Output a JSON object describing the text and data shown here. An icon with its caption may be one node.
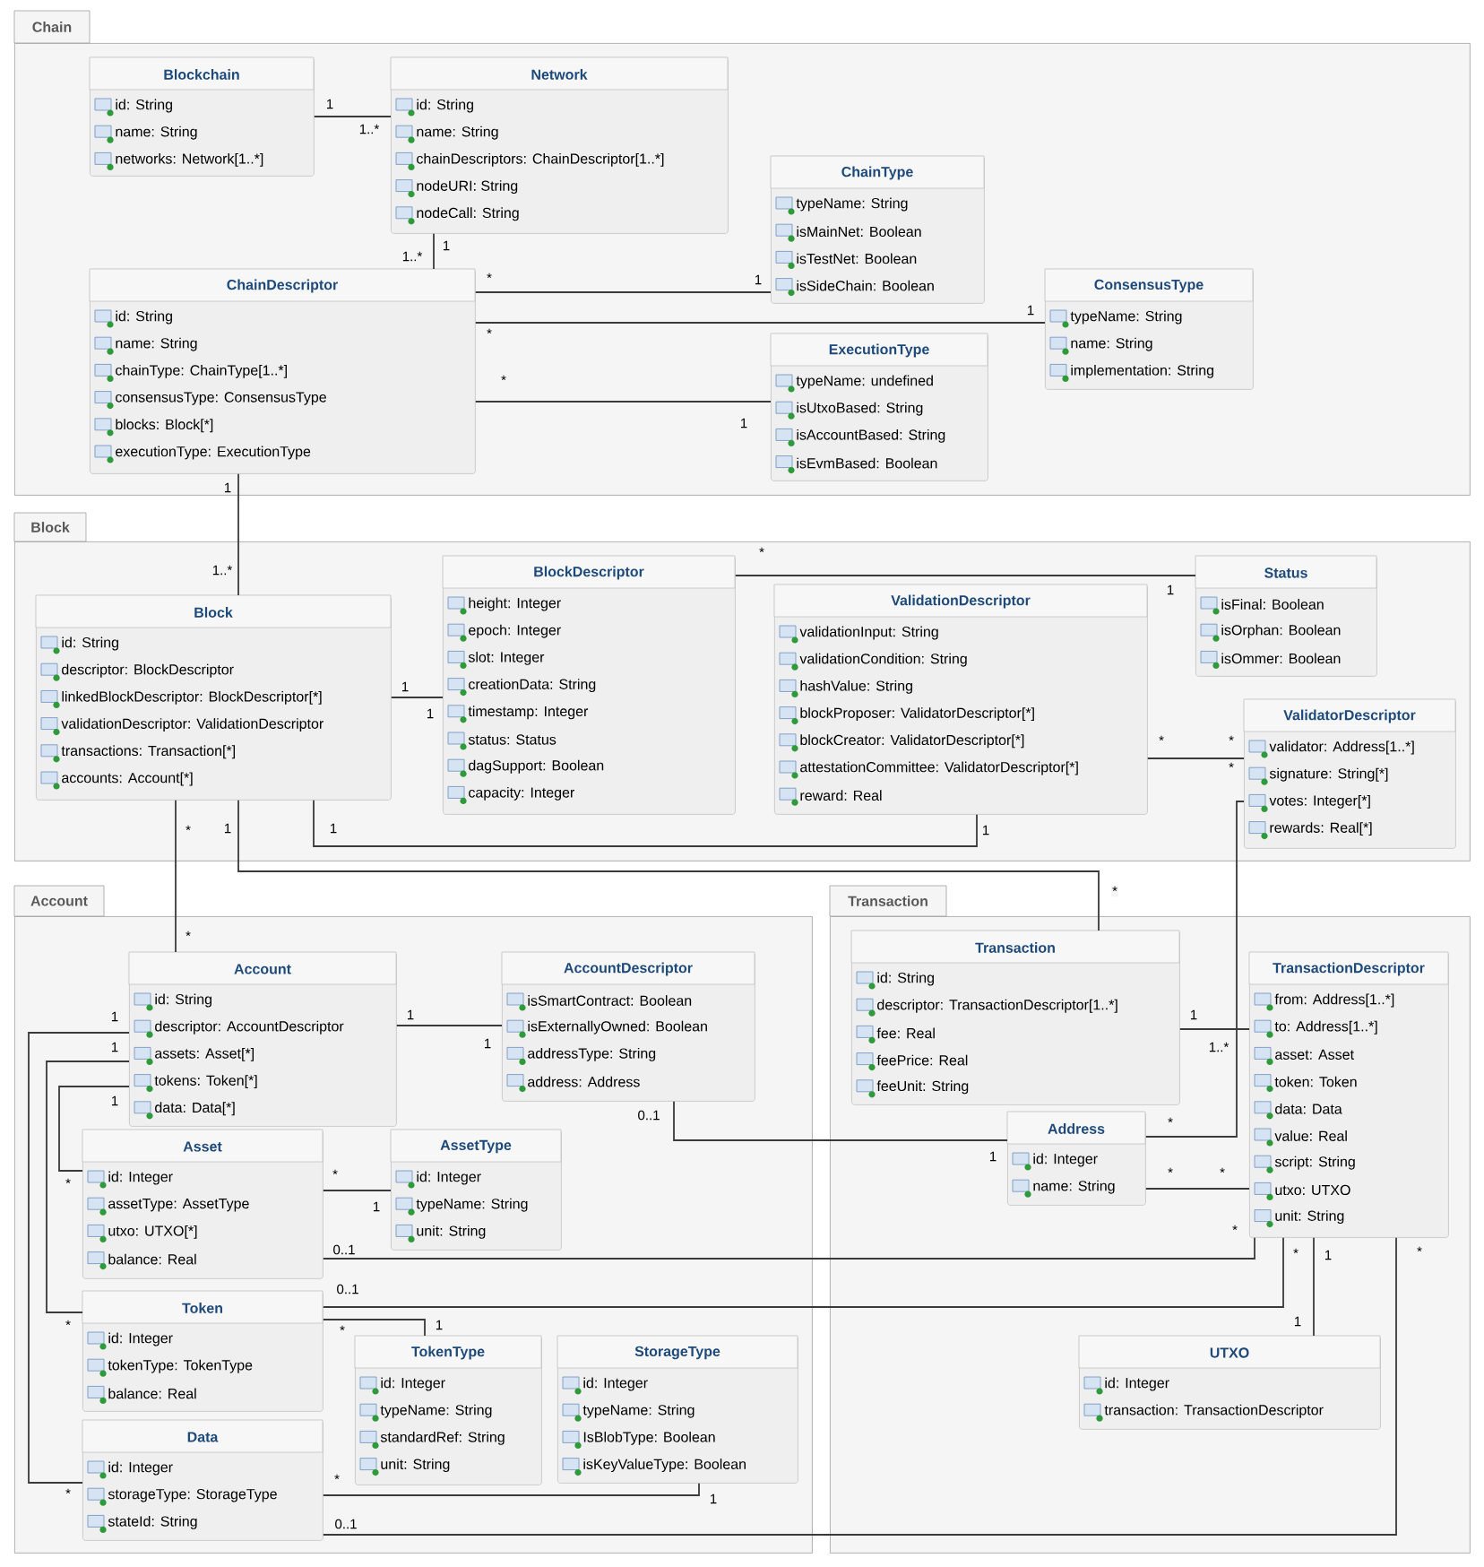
{
  "diagram": {
    "nodes": [
      {
        "text": [
          "Chain"
        ]
      },
      {
        "text": [
          "Blockchain",
          "id: String",
          "name: String",
          "networks: Network[1..*]"
        ],
        "in": 0
      },
      {
        "text": [
          "Network",
          "id: String",
          "name: String",
          "chainDescriptors: ChainDescriptor[1..*]",
          "nodeURI: String",
          "nodeCall: String"
        ],
        "in": 0
      },
      {
        "text": [
          "ChainDescriptor",
          "id: String",
          "name: String",
          "chainType: ChainType[1..*]",
          "consensusType: ConsensusType",
          "blocks: Block[*]",
          "executionType: ExecutionType"
        ],
        "in": 0
      },
      {
        "text": [
          "ChainType",
          "typeName: String",
          "isMainNet: Boolean",
          "isTestNet: Boolean",
          "isSideChain: Boolean"
        ],
        "in": 0
      },
      {
        "text": [
          "ConsensusType",
          "typeName: String",
          "name: String",
          "implementation: String"
        ],
        "in": 0
      },
      {
        "text": [
          "ExecutionType",
          "typeName: undefined",
          "isUtxoBased: String",
          "isAccountBased: String",
          "isEvmBased: Boolean"
        ],
        "in": 0
      },
      {
        "text": [
          "Block"
        ]
      },
      {
        "text": [
          "Block",
          "id: String",
          "descriptor: BlockDescriptor",
          "linkedBlockDescriptor: BlockDescriptor[*]",
          "validationDescriptor: ValidationDescriptor",
          "transactions: Transaction[*]",
          "accounts: Account[*]"
        ],
        "in": 7
      },
      {
        "text": [
          "BlockDescriptor",
          "height: Integer",
          "epoch: Integer",
          "slot: Integer",
          "creationData: String",
          "timestamp: Integer",
          "status: Status",
          "dagSupport: Boolean",
          "capacity: Integer"
        ],
        "in": 7
      },
      {
        "text": [
          "ValidationDescriptor",
          "validationInput: String",
          "validationCondition: String",
          "hashValue: String",
          "blockProposer: ValidatorDescriptor[*]",
          "blockCreator: ValidatorDescriptor[*]",
          "attestationCommittee: ValidatorDescriptor[*]",
          "reward: Real"
        ],
        "in": 7
      },
      {
        "text": [
          "Status",
          "isFinal: Boolean",
          "isOrphan: Boolean",
          "isOmmer: Boolean"
        ],
        "in": 7
      },
      {
        "text": [
          "ValidatorDescriptor",
          "validator: Address[1..*]",
          "signature: String[*]",
          "votes: Integer[*]",
          "rewards: Real[*]"
        ],
        "in": 7
      },
      {
        "text": [
          "Account"
        ]
      },
      {
        "text": [
          "Account",
          "id: String",
          "descriptor: AccountDescriptor",
          "assets: Asset[*]",
          "tokens: Token[*]",
          "data: Data[*]"
        ],
        "in": 13
      },
      {
        "text": [
          "AccountDescriptor",
          "isSmartContract: Boolean",
          "isExternallyOwned: Boolean",
          "addressType: String",
          "address: Address"
        ],
        "in": 13
      },
      {
        "text": [
          "Asset",
          "id: Integer",
          "assetType: AssetType",
          "utxo: UTXO[*]",
          "balance: Real"
        ],
        "in": 13
      },
      {
        "text": [
          "AssetType",
          "id: Integer",
          "typeName: String",
          "unit: String"
        ],
        "in": 13
      },
      {
        "text": [
          "Token",
          "id: Integer",
          "tokenType: TokenType",
          "balance: Real"
        ],
        "in": 13
      },
      {
        "text": [
          "TokenType",
          "id: Integer",
          "typeName: String",
          "standardRef: String",
          "unit: String"
        ],
        "in": 13
      },
      {
        "text": [
          "StorageType",
          "id: Integer",
          "typeName: String",
          "IsBlobType: Boolean",
          "isKeyValueType: Boolean"
        ],
        "in": 13
      },
      {
        "text": [
          "Data",
          "id: Integer",
          "storageType: StorageType",
          "stateId: String"
        ],
        "in": 13
      },
      {
        "text": [
          "Transaction"
        ]
      },
      {
        "text": [
          "Transaction",
          "id: String",
          "descriptor: TransactionDescriptor[1..*]",
          "fee: Real",
          "feePrice: Real",
          "feeUnit: String"
        ],
        "in": 22
      },
      {
        "text": [
          "TransactionDescriptor",
          "from: Address[1..*]",
          "to: Address[1..*]",
          "asset: Asset",
          "token: Token",
          "data: Data",
          "value: Real",
          "script: String",
          "utxo: UTXO",
          "unit: String"
        ],
        "in": 22
      },
      {
        "text": [
          "Address",
          "id: Integer",
          "name: String"
        ],
        "in": 22
      },
      {
        "text": [
          "UTXO",
          "id: Integer",
          "transaction: TransactionDescriptor"
        ],
        "in": 22
      }
    ],
    "edges": [
      {
        "from": 1,
        "to": 2,
        "arrow": "none"
      },
      {
        "from": 2,
        "to": 3,
        "arrow": "none"
      },
      {
        "from": 3,
        "to": 4,
        "arrow": "none"
      },
      {
        "from": 3,
        "to": 5,
        "arrow": "none"
      },
      {
        "from": 3,
        "to": 6,
        "arrow": "none"
      },
      {
        "from": 3,
        "to": 8,
        "arrow": "none"
      },
      {
        "from": 8,
        "to": 9,
        "arrow": "none"
      },
      {
        "from": 9,
        "to": 11,
        "arrow": "none"
      },
      {
        "from": 10,
        "to": 12,
        "arrow": "none"
      },
      {
        "from": 12,
        "to": 25,
        "arrow": "none"
      },
      {
        "from": 8,
        "to": 10,
        "arrow": "none"
      },
      {
        "from": 8,
        "to": 23,
        "arrow": "none"
      },
      {
        "from": 8,
        "to": 14,
        "arrow": "none"
      },
      {
        "from": 14,
        "to": 15,
        "arrow": "none"
      },
      {
        "from": 15,
        "to": 25,
        "arrow": "none"
      },
      {
        "from": 14,
        "to": 21,
        "arrow": "none"
      },
      {
        "from": 14,
        "to": 18,
        "arrow": "none"
      },
      {
        "from": 14,
        "to": 16,
        "arrow": "none"
      },
      {
        "from": 16,
        "to": 17,
        "arrow": "none"
      },
      {
        "from": 16,
        "to": 24,
        "arrow": "none"
      },
      {
        "from": 18,
        "to": 24,
        "arrow": "none"
      },
      {
        "from": 18,
        "to": 19,
        "arrow": "none"
      },
      {
        "from": 21,
        "to": 20,
        "arrow": "none"
      },
      {
        "from": 21,
        "to": 24,
        "arrow": "none"
      },
      {
        "from": 24,
        "to": 26,
        "arrow": "none"
      },
      {
        "from": 23,
        "to": 24,
        "arrow": "none"
      },
      {
        "from": 25,
        "to": 24,
        "arrow": "none"
      }
    ],
    "labels": [
      "1",
      "1..*",
      "1",
      "1..*",
      "*",
      "1",
      "1",
      "*",
      "*",
      "1",
      "1",
      "*",
      "1..*",
      "1",
      "1",
      "1",
      "*",
      "*",
      "*",
      "*",
      "1",
      "1",
      "1",
      "*",
      "*",
      "1",
      "1",
      "1",
      "1",
      "1",
      "1..*",
      "1",
      "0..1",
      "*",
      "1",
      "*",
      "*",
      "*",
      "*",
      "1",
      "*",
      "0..1",
      "*",
      "1",
      "*",
      "0..1",
      "*",
      "*",
      "1",
      "1",
      "*",
      "*",
      "1",
      "0..1"
    ]
  }
}
